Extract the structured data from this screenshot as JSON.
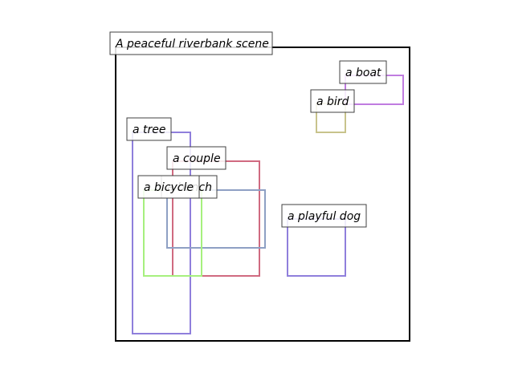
{
  "title": "A peaceful riverbank scene",
  "colors": {
    "frame": "#000000",
    "label_border": "#404040",
    "label_bg": "#ffffff"
  },
  "boxes": [
    {
      "name": "tree",
      "label": "a tree",
      "color": "#8f7fdc"
    },
    {
      "name": "couple",
      "label": "a couple",
      "color": "#d06a80"
    },
    {
      "name": "bench",
      "label": "a bench",
      "color": "#8ea0c4"
    },
    {
      "name": "bicycle",
      "label": "a bicycle",
      "color": "#a6f07e"
    },
    {
      "name": "playful-dog",
      "label": "a playful dog",
      "color": "#8f7fdc"
    },
    {
      "name": "bird",
      "label": "a bird",
      "color": "#c8c38c"
    },
    {
      "name": "boat",
      "label": "a boat",
      "color": "#c07ce0"
    }
  ]
}
